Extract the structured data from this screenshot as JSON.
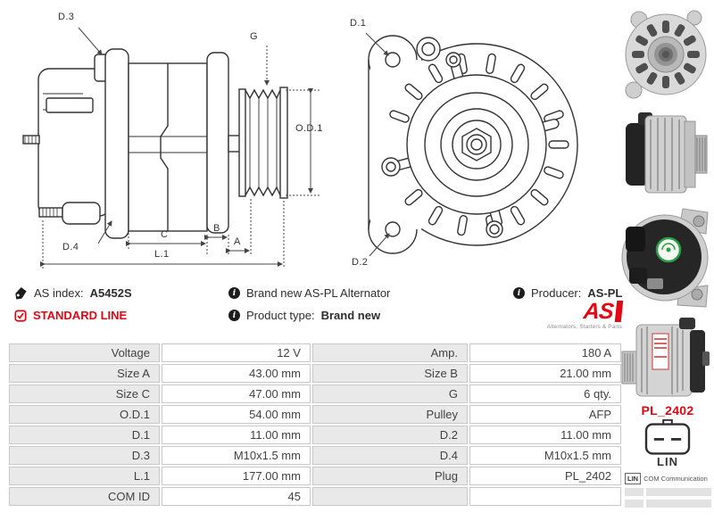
{
  "diagram": {
    "side_view_labels": {
      "d3": "D.3",
      "g": "G",
      "od1": "O.D.1",
      "d4": "D.4",
      "c": "C",
      "b": "B",
      "a": "A",
      "l1": "L.1"
    },
    "front_view_labels": {
      "d1": "D.1",
      "d2": "D.2"
    }
  },
  "icons": {
    "as_index": "tag-icon",
    "standard_line": "checkbox-checked-icon",
    "info": "info-icon"
  },
  "info_bar": {
    "as_index_label": "AS index:",
    "as_index_value": "A5452S",
    "standard_line": "STANDARD LINE",
    "description": "Brand new AS-PL Alternator",
    "product_type_label": "Product type:",
    "product_type_value": "Brand new",
    "producer_label": "Producer:",
    "producer_value": "AS-PL",
    "brand_logo_text": "AS",
    "brand_logo_subtitle": "Alternators, Starters & Parts",
    "accent_red": "#e30613"
  },
  "spec_table": {
    "rows": [
      {
        "label1": "Voltage",
        "value1": "12 V",
        "label2": "Amp.",
        "value2": "180 A"
      },
      {
        "label1": "Size A",
        "value1": "43.00 mm",
        "label2": "Size B",
        "value2": "21.00 mm"
      },
      {
        "label1": "Size C",
        "value1": "47.00 mm",
        "label2": "G",
        "value2": "6 qty."
      },
      {
        "label1": "O.D.1",
        "value1": "54.00 mm",
        "label2": "Pulley",
        "value2": "AFP"
      },
      {
        "label1": "D.1",
        "value1": "11.00 mm",
        "label2": "D.2",
        "value2": "11.00 mm"
      },
      {
        "label1": "D.3",
        "value1": "M10x1.5 mm",
        "label2": "D.4",
        "value2": "M10x1.5 mm"
      },
      {
        "label1": "L.1",
        "value1": "177.00 mm",
        "label2": "Plug",
        "value2": "PL_2402"
      },
      {
        "label1": "COM ID",
        "value1": "45",
        "label2": "",
        "value2": ""
      }
    ]
  },
  "connector": {
    "plug_code": "PL_2402",
    "pin_label": "LIN"
  },
  "legend": {
    "entries": [
      {
        "code": "LIN",
        "description": "COM Communication"
      }
    ]
  }
}
